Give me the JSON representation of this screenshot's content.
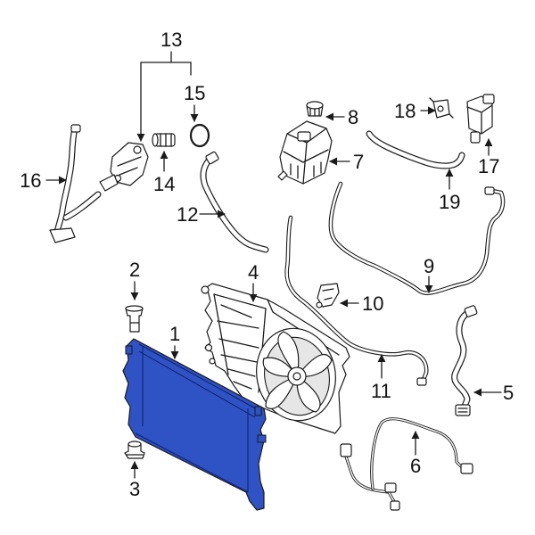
{
  "highlight_color": "#2f52c4",
  "callouts": {
    "c1": "1",
    "c2": "2",
    "c3": "3",
    "c4": "4",
    "c5": "5",
    "c6": "6",
    "c7": "7",
    "c8": "8",
    "c9": "9",
    "c10": "10",
    "c11": "11",
    "c12": "12",
    "c13": "13",
    "c14": "14",
    "c15": "15",
    "c16": "16",
    "c17": "17",
    "c18": "18",
    "c19": "19"
  }
}
